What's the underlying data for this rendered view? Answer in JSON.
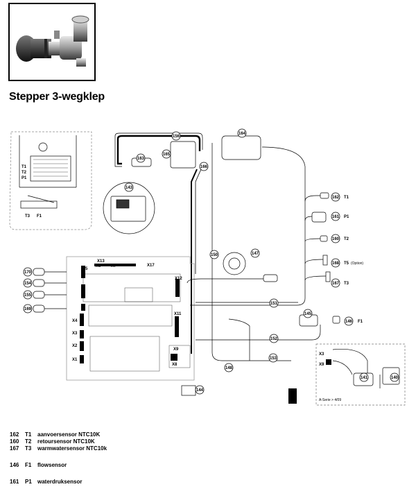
{
  "title": "Stepper 3-wegklep",
  "diagram": {
    "callouts": {
      "c170": "170",
      "c154": "154",
      "c155": "155",
      "c169": "169",
      "c156": "156",
      "c163": "163",
      "c165": "165",
      "c166": "166",
      "c164": "164",
      "c143": "143",
      "c150": "150",
      "c147": "147",
      "c151": "151",
      "c145": "145",
      "c146": "146",
      "c152": "152",
      "c148": "148",
      "c153": "153",
      "c144": "144",
      "c162": "162",
      "c161": "161",
      "c160": "160",
      "c168": "168",
      "c167": "167",
      "c141": "141",
      "c140": "140"
    },
    "sensor_labels": {
      "t1": "T1",
      "p1": "P1",
      "t2": "T2",
      "t5": "T5",
      "t5_note": "(Option)",
      "t3": "T3",
      "f1": "F1"
    },
    "inset_labels": {
      "t1": "T1",
      "t2": "T2",
      "p1": "P1",
      "t3": "T3",
      "f1": "F1"
    },
    "connectors": {
      "x13": "X13",
      "x6": "X6",
      "x7": "X7",
      "x17": "X17",
      "x5": "X5",
      "x12": "X12",
      "x11": "X11",
      "x4": "X4",
      "x3": "X3",
      "x2": "X2",
      "x1": "X1",
      "x9": "X9",
      "x8": "X8",
      "x3b": "X3",
      "x9b": "X9"
    },
    "series_note": "A-Serie > 4/09"
  },
  "legend": [
    {
      "code": "162",
      "sym": "T1",
      "text": "aanvoersensor NTC10K"
    },
    {
      "code": "160",
      "sym": "T2",
      "text": "retoursensor NTC10K"
    },
    {
      "code": "167",
      "sym": "T3",
      "text": "warmwatersensor NTC10k"
    },
    {
      "code": "146",
      "sym": "F1",
      "text": "flowsensor"
    },
    {
      "code": "161",
      "sym": "P1",
      "text": "waterdruksensor"
    }
  ]
}
